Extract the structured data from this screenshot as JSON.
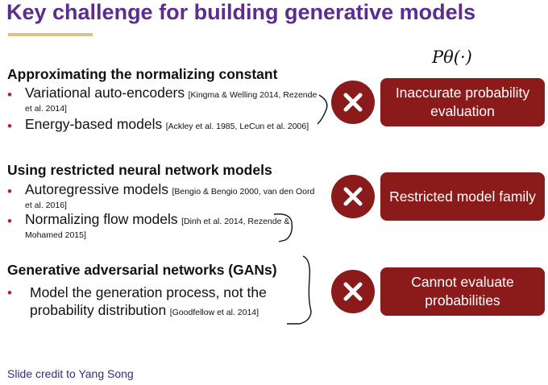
{
  "title": "Key challenge for building generative models",
  "sections": [
    {
      "heading": "Approximating the normalizing constant",
      "bullets": [
        {
          "main": "Variational auto-encoders",
          "ref": "[Kingma & Welling 2014, Rezende et al. 2014]"
        },
        {
          "main": "Energy-based models",
          "ref": "[Ackley et al. 1985, LeCun et al. 2006]"
        }
      ],
      "result": "Inaccurate probability evaluation"
    },
    {
      "heading": "Using restricted neural network models",
      "bullets": [
        {
          "main": "Autoregressive models",
          "ref": "[Bengio & Bengio 2000, van den Oord et al. 2016]"
        },
        {
          "main": "Normalizing flow models",
          "ref": "[Dinh et al. 2014, Rezende & Mohamed 2015]"
        }
      ],
      "result": "Restricted model family"
    },
    {
      "heading": "Generative adversarial networks (GANs)",
      "bullets": [
        {
          "main": "Model the generation process, not the probability distribution",
          "ref": "[Goodfellow et al. 2014]"
        }
      ],
      "result": "Cannot evaluate probabilities"
    }
  ],
  "annotation": "Pθ(·)",
  "credit": "Slide credit to Yang Song",
  "colors": {
    "title": "#5b2d8e",
    "accent": "#8b1a1a",
    "rule": "#d9c38a"
  }
}
